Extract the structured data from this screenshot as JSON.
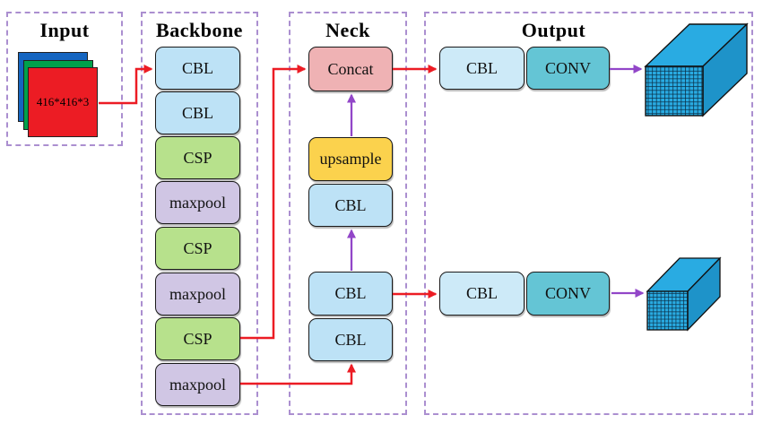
{
  "sections": {
    "input": {
      "title": "Input",
      "image_label": "416*416*3"
    },
    "backbone": {
      "title": "Backbone",
      "blocks": [
        "CBL",
        "CBL",
        "CSP",
        "maxpool",
        "CSP",
        "maxpool",
        "CSP",
        "maxpool"
      ]
    },
    "neck": {
      "title": "Neck",
      "blocks": {
        "concat": "Concat",
        "upsample": "upsample",
        "cbl_top": "CBL",
        "cbl_mid": "CBL",
        "cbl_bot": "CBL"
      }
    },
    "output": {
      "title": "Output",
      "rows": [
        {
          "cbl": "CBL",
          "conv": "CONV"
        },
        {
          "cbl": "CBL",
          "conv": "CONV"
        }
      ]
    }
  },
  "colors": {
    "dashed_border": "#ab8fd0",
    "cbl_fill": "#bde2f6",
    "csp_fill": "#b7e18c",
    "maxpool_fill": "#d0c6e4",
    "concat_fill": "#efb2b4",
    "upsample_fill": "#fbd24d",
    "conv_fill": "#64c5d5",
    "red_arrow": "#ec1c24",
    "purple_arrow": "#9246c8",
    "cube_face": "#29abe2",
    "cube_side": "#1e93c9",
    "input_red": "#ec1c24",
    "input_green": "#00a14b",
    "input_blue": "#1565c0"
  }
}
